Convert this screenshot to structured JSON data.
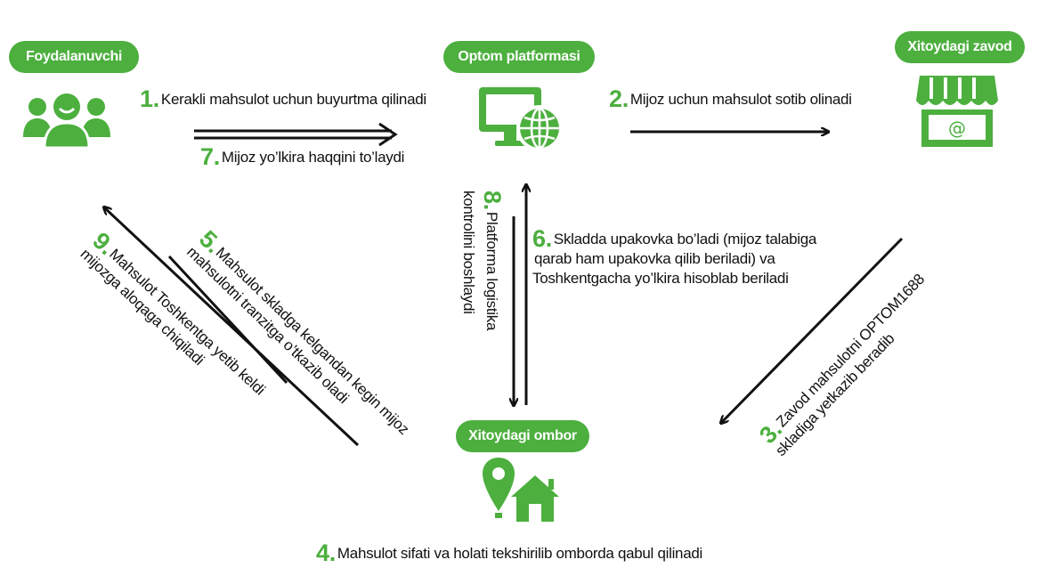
{
  "nodes": {
    "user": "Foydalanuvchi",
    "platform": "Optom platformasi",
    "factory": "Xitoydagi zavod",
    "warehouse": "Xitoydagi ombor"
  },
  "steps": [
    {
      "num": "1.",
      "text": "Kerakli mahsulot uchun buyurtma qilinadi"
    },
    {
      "num": "2.",
      "text": "Mijoz uchun mahsulot sotib olinadi"
    },
    {
      "num": "3.",
      "line1": "Zavod mahsulotni OPTOM1688",
      "line2": "skladiga yetkazib beradib"
    },
    {
      "num": "4.",
      "text": "Mahsulot sifati va holati tekshirilib omborda qabul qilinadi"
    },
    {
      "num": "5.",
      "line1": "Mahsulot skladga kelgandan kegin mijoz",
      "line2": "mahsulotni tranzitga o’tkazib oladi"
    },
    {
      "num": "6.",
      "line1": "Skladda upakovka bo’ladi (mijoz talabiga",
      "line2": "qarab ham upakovka qilib beriladi) va",
      "line3": "Toshkentgacha yo’lkira hisoblab beriladi"
    },
    {
      "num": "7.",
      "text": "Mijoz yo’lkira haqqini to’laydi"
    },
    {
      "num": "8.",
      "line1": "Platforma logistika",
      "line2": "kontrolini boshlaydi"
    },
    {
      "num": "9.",
      "line1": "Mahsulot Toshkentga yetib keldi",
      "line2": "mijozga aloqaga chiqiladi"
    }
  ],
  "icons": [
    "users-icon",
    "computer-globe-icon",
    "shop-icon",
    "location-pin-icon",
    "house-icon"
  ],
  "colors": {
    "accent": "#4caf3e",
    "text": "#111111",
    "arrow": "#111111"
  }
}
